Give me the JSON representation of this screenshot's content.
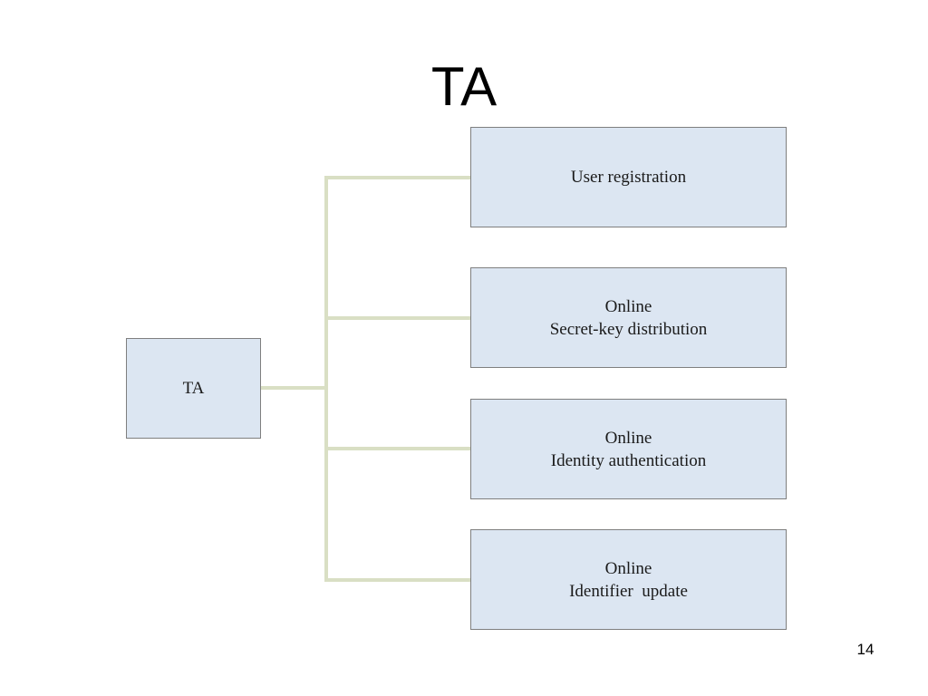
{
  "slide": {
    "title": "TA",
    "page_number": "14"
  },
  "diagram": {
    "root": {
      "label": "TA"
    },
    "children": [
      {
        "lines": [
          "User registration"
        ]
      },
      {
        "lines": [
          "Online",
          "Secret-key distribution"
        ]
      },
      {
        "lines": [
          "Online",
          "Identity authentication"
        ]
      },
      {
        "lines": [
          "Online",
          "Identifier  update"
        ]
      }
    ]
  },
  "colors": {
    "box_fill": "#dce6f2",
    "box_border": "#7f7f7f",
    "connector": "#d9dfc4"
  }
}
